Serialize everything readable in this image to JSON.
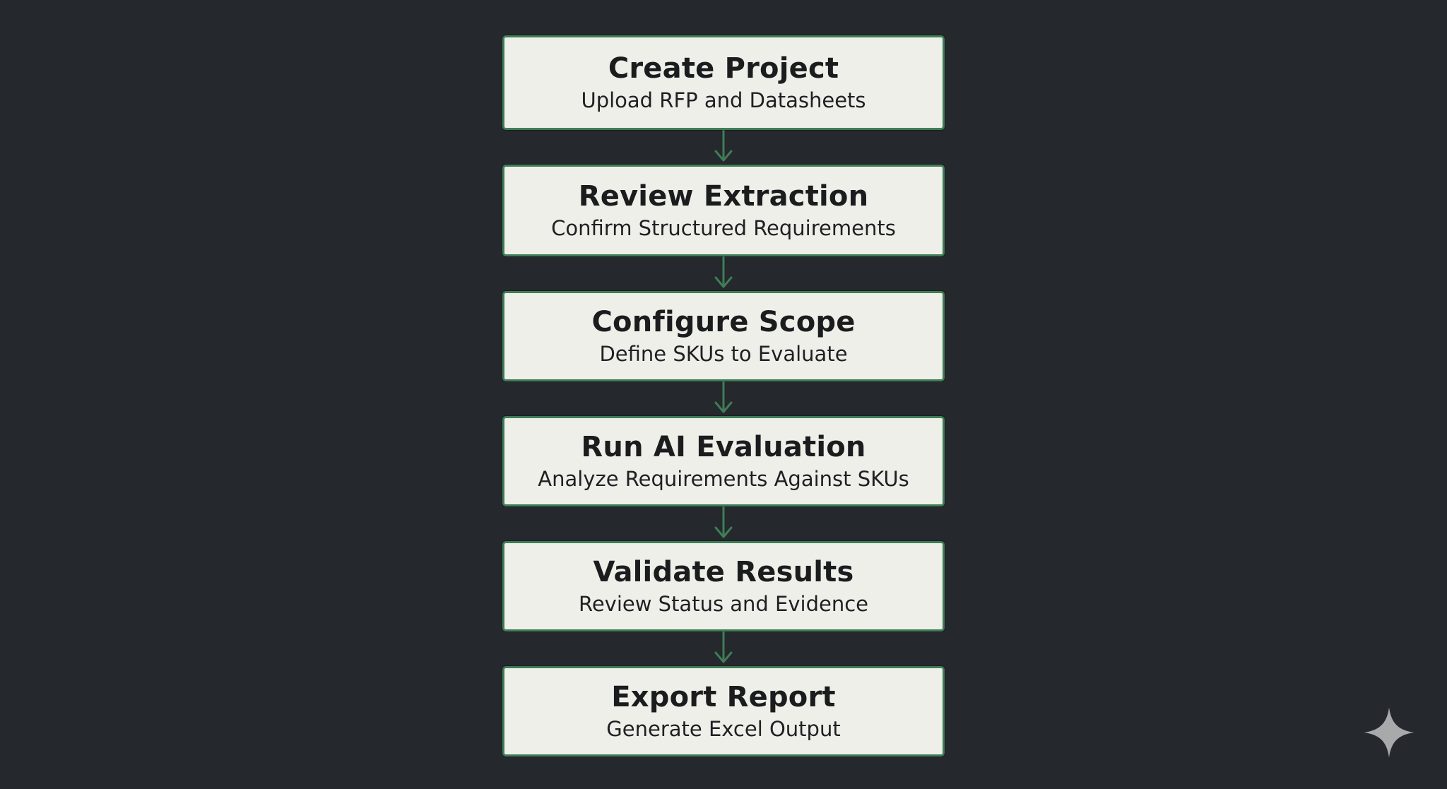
{
  "colors": {
    "background": "#25282d",
    "box_fill": "#efefea",
    "box_border": "#3f7d57",
    "connector": "#3f7d57",
    "text": "#1b1c1e",
    "sparkle": "#a7a9ab"
  },
  "steps": [
    {
      "title": "Create Project",
      "subtitle": "Upload RFP and Datasheets"
    },
    {
      "title": "Review Extraction",
      "subtitle": "Confirm Structured Requirements"
    },
    {
      "title": "Configure Scope",
      "subtitle": "Define SKUs to Evaluate"
    },
    {
      "title": "Run AI Evaluation",
      "subtitle": "Analyze Requirements Against SKUs"
    },
    {
      "title": "Validate Results",
      "subtitle": "Review Status and Evidence"
    },
    {
      "title": "Export Report",
      "subtitle": "Generate Excel Output"
    }
  ],
  "icons": {
    "corner": "sparkle-icon"
  }
}
